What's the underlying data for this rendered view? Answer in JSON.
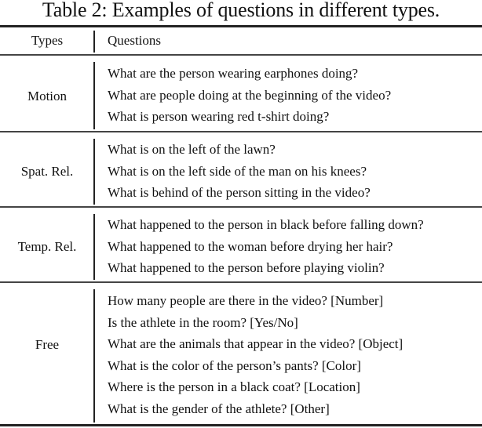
{
  "caption": "Table 2: Examples of questions in different types.",
  "header": {
    "types": "Types",
    "questions": "Questions"
  },
  "sections": [
    {
      "type": "Motion",
      "questions": [
        "What are the person wearing earphones doing?",
        "What are people doing at the beginning of the video?",
        "What is person wearing red t-shirt doing?"
      ]
    },
    {
      "type": "Spat. Rel.",
      "questions": [
        "What is on the left of the lawn?",
        "What is on the left side of the man on his knees?",
        "What is behind of the person sitting in the video?"
      ]
    },
    {
      "type": "Temp. Rel.",
      "questions": [
        "What happened to the person in black before falling down?",
        "What happened to the woman before drying her hair?",
        "What happened to the person before playing violin?"
      ]
    },
    {
      "type": "Free",
      "questions": [
        "How many people are there in the video? [Number]",
        "Is the athlete in the room? [Yes/No]",
        "What are the animals that appear in the video? [Object]",
        "What is the color of the person’s pants? [Color]",
        "Where is the person in a black coat? [Location]",
        "What is the gender of the athlete? [Other]"
      ]
    }
  ]
}
